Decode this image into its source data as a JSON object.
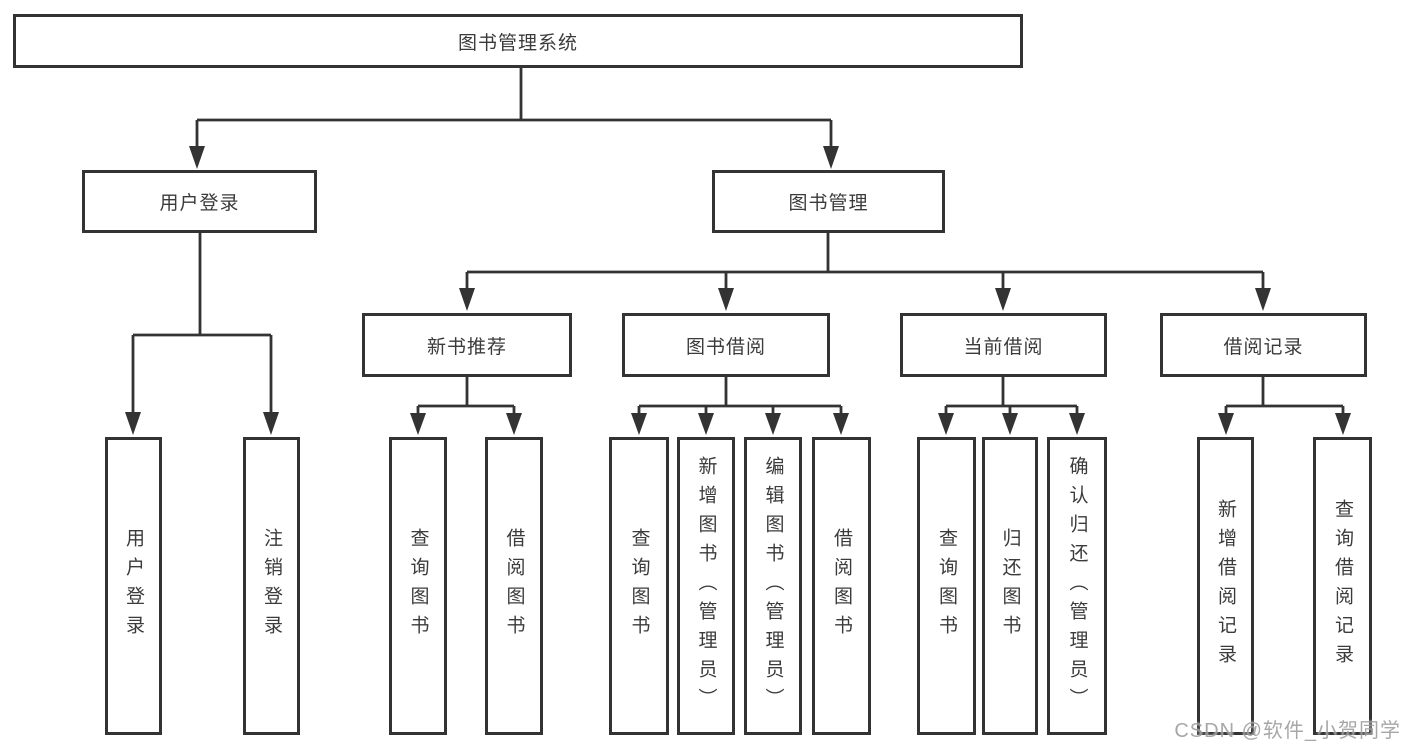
{
  "diagram": {
    "type": "tree",
    "title": "图书管理系统",
    "colors": {
      "line": "#333333",
      "box_border": "#333333",
      "box_fill": "#ffffff",
      "text": "#3b3b3b",
      "watermark": "#9e9e9e",
      "background": "#ffffff"
    },
    "root": {
      "label": "图书管理系统"
    },
    "level1": [
      {
        "label": "用户登录"
      },
      {
        "label": "图书管理"
      }
    ],
    "level2": [
      {
        "label": "新书推荐",
        "parent": "图书管理"
      },
      {
        "label": "图书借阅",
        "parent": "图书管理"
      },
      {
        "label": "当前借阅",
        "parent": "图书管理"
      },
      {
        "label": "借阅记录",
        "parent": "图书管理"
      }
    ],
    "groups": {
      "user_login": [
        "用户登录",
        "注销登录"
      ],
      "new_books": [
        "查询图书",
        "借阅图书"
      ],
      "book_borrow": [
        "查询图书",
        "新增图书（管理员）",
        "编辑图书（管理员）",
        "借阅图书"
      ],
      "current_borrow": [
        "查询图书",
        "归还图书",
        "确认归还（管理员）"
      ],
      "borrow_records": [
        "新增借阅记录",
        "查询借阅记录"
      ]
    },
    "watermark": "CSDN @软件_小贺同学"
  }
}
